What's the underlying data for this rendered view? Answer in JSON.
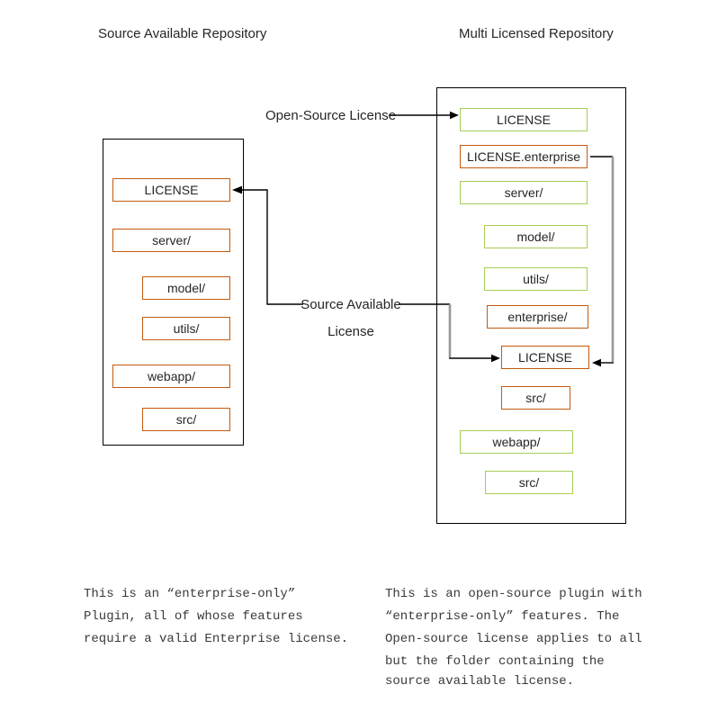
{
  "titles": {
    "left": "Source Available Repository",
    "right": "Multi Licensed Repository"
  },
  "left_repo": {
    "items": [
      {
        "label": "LICENSE",
        "color": "orange",
        "indent": 0
      },
      {
        "label": "server/",
        "color": "orange",
        "indent": 0
      },
      {
        "label": "model/",
        "color": "orange",
        "indent": 1
      },
      {
        "label": "utils/",
        "color": "orange",
        "indent": 1
      },
      {
        "label": "webapp/",
        "color": "orange",
        "indent": 0
      },
      {
        "label": "src/",
        "color": "orange",
        "indent": 1
      }
    ]
  },
  "right_repo": {
    "items": [
      {
        "label": "LICENSE",
        "color": "green",
        "indent": 0
      },
      {
        "label": "LICENSE.enterprise",
        "color": "orange",
        "indent": 0
      },
      {
        "label": "server/",
        "color": "green",
        "indent": 0
      },
      {
        "label": "model/",
        "color": "green",
        "indent": 1
      },
      {
        "label": "utils/",
        "color": "green",
        "indent": 1
      },
      {
        "label": "enterprise/",
        "color": "orange",
        "indent": 1
      },
      {
        "label": "LICENSE",
        "color": "orange",
        "indent": 2
      },
      {
        "label": "src/",
        "color": "orange",
        "indent": 2
      },
      {
        "label": "webapp/",
        "color": "green",
        "indent": 0
      },
      {
        "label": "src/",
        "color": "green",
        "indent": 1
      }
    ]
  },
  "flow_labels": {
    "open_source": "Open-Source License",
    "source_available_line1": "Source Available",
    "source_available_line2": "License"
  },
  "notes": {
    "left_lines": [
      "This is an “enterprise-only”",
      "Plugin, all of whose features",
      "require a valid Enterprise license."
    ],
    "right_lines": [
      "This is an open-source plugin with",
      "“enterprise-only” features. The",
      "Open-source license applies to all",
      "but the folder containing the",
      "source available license."
    ]
  },
  "colors": {
    "orange_border": "#C55A11",
    "green_border": "#A5CE55",
    "container_border": "#000000",
    "connector_black": "#000000",
    "connector_gray": "#999999"
  }
}
